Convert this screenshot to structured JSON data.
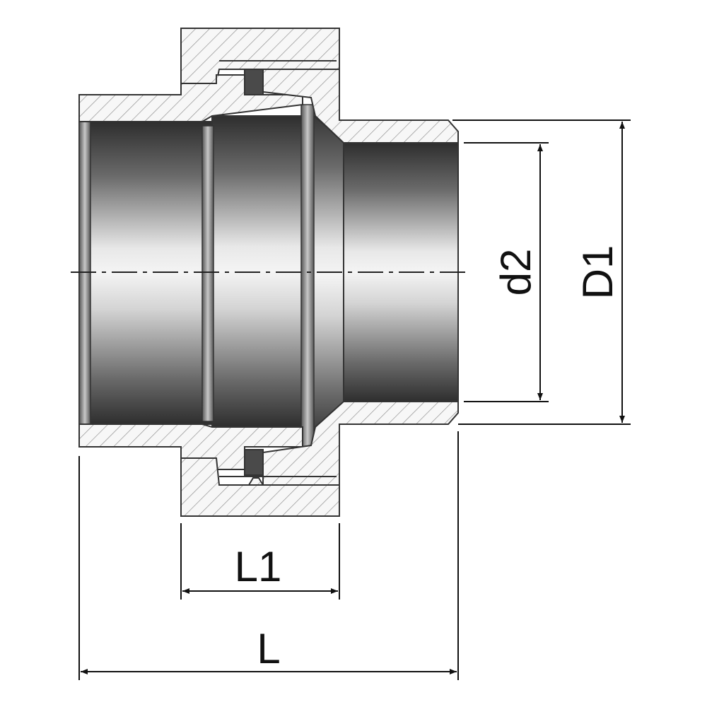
{
  "dimensions": {
    "L1": "L1",
    "L": "L",
    "d2": "d2",
    "D1": "D1"
  },
  "colors": {
    "outline": "#333333",
    "hatch": "#8a8a8a",
    "section_fill": "#f7f7f7",
    "bore_dark": "#2e2e2e",
    "bore_light": "#f2f2f2"
  }
}
